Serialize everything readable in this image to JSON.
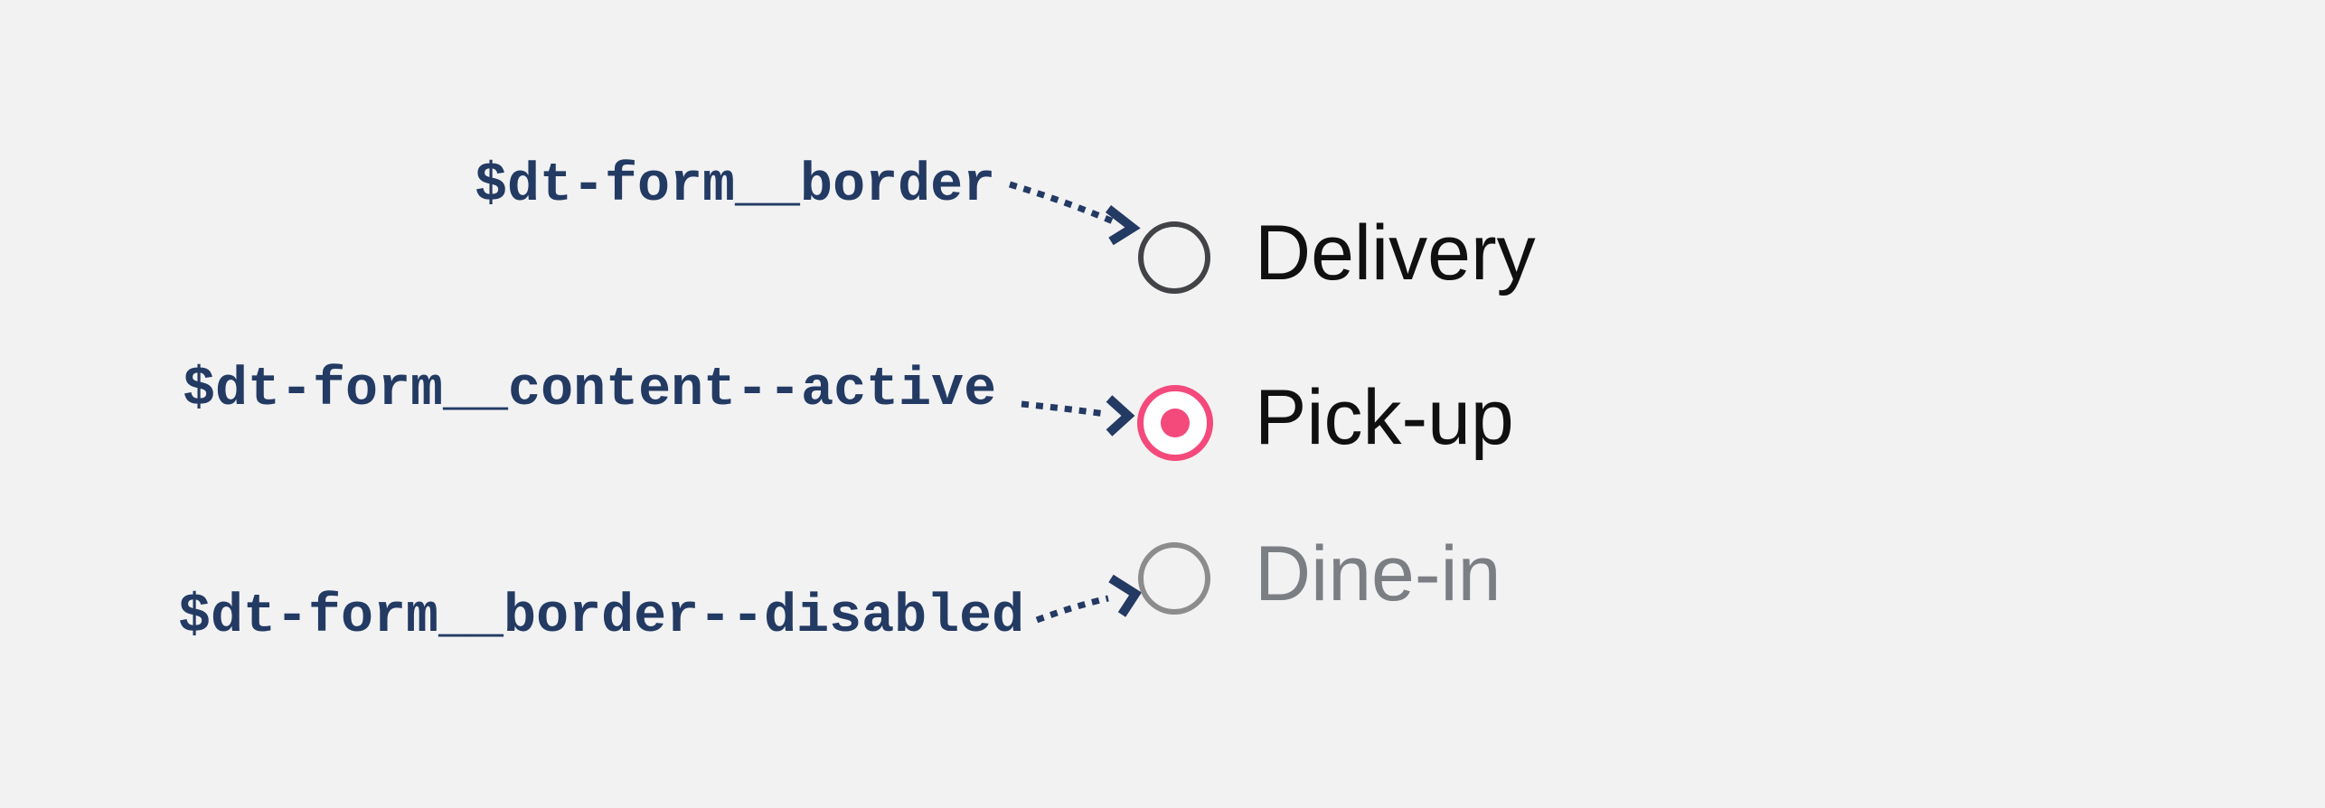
{
  "colors": {
    "bg": "#f2f2f3",
    "token_text": "#233a63",
    "arrow": "#233a63",
    "radio_default_border": "#424346",
    "radio_active": "#f4497b",
    "radio_active_fill": "#ffffff",
    "radio_disabled_border": "#8c8c8c",
    "option_text": "#101011",
    "option_text_disabled": "#7b7e83"
  },
  "icons": {
    "dotted_arrow_icon": "⇢",
    "radio_unselected_icon": "○",
    "radio_selected_icon": "◉"
  },
  "rows": [
    {
      "token": "$dt-form__border",
      "option_label": "Delivery",
      "state": "default",
      "selected": false
    },
    {
      "token": "$dt-form__content--active",
      "option_label": "Pick-up",
      "state": "active",
      "selected": true
    },
    {
      "token": "$dt-form__border--disabled",
      "option_label": "Dine-in",
      "state": "disabled",
      "selected": false
    }
  ],
  "radio_group": {
    "selected_option": "Pick-up"
  }
}
